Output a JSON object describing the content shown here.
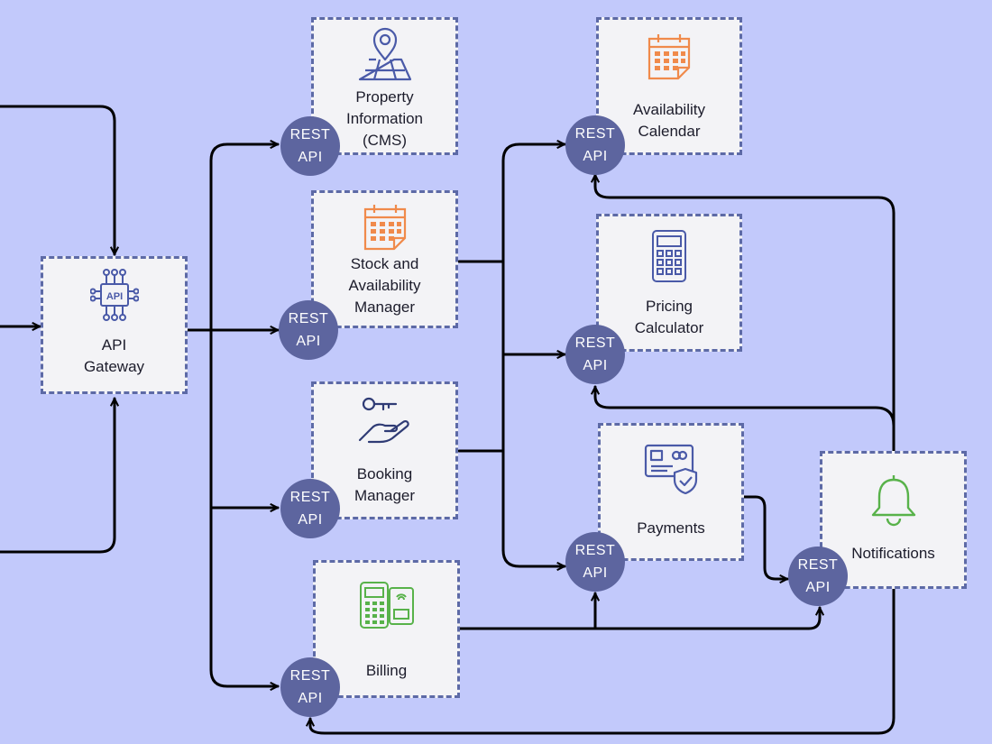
{
  "colors": {
    "background": "#c2c9fb",
    "box_fill": "#f3f3f6",
    "box_border": "#5d6aa6",
    "badge": "#5d659f",
    "wire": "#000000",
    "icon_blue": "#4a5aa8",
    "icon_orange": "#f08a4b",
    "icon_green": "#58b24a",
    "icon_navy": "#2f3b75"
  },
  "nodes": {
    "api_gateway": {
      "label": "API\nGateway",
      "icon": "api-chip-icon"
    },
    "property_info": {
      "label": "Property\nInformation\n(CMS)",
      "icon": "map-pin-icon"
    },
    "stock_availability": {
      "label": "Stock and\nAvailability\nManager",
      "icon": "calendar-icon"
    },
    "booking_manager": {
      "label": "Booking\nManager",
      "icon": "key-hand-icon"
    },
    "billing": {
      "label": "Billing",
      "icon": "card-terminal-icon"
    },
    "availability_calendar": {
      "label": "Availability\nCalendar",
      "icon": "calendar-icon"
    },
    "pricing_calculator": {
      "label": "Pricing\nCalculator",
      "icon": "calculator-icon"
    },
    "payments": {
      "label": "Payments",
      "icon": "credit-card-shield-icon"
    },
    "notifications": {
      "label": "Notifications",
      "icon": "bell-icon"
    }
  },
  "badges": {
    "rest_api": "REST\nAPI"
  }
}
